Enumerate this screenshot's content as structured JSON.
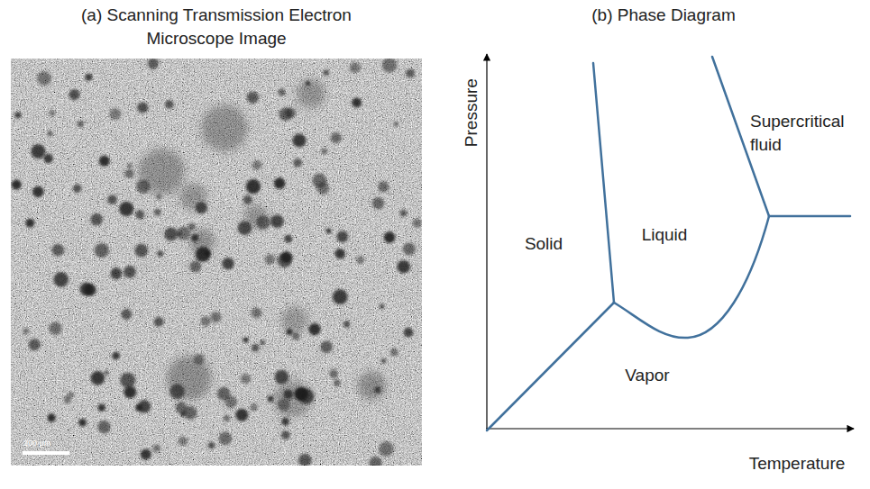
{
  "diagram": {
    "labels": [
      "(a) Scanning Transmission Electron Microscope Image",
      "200 µm",
      "(b) Phase Diagram",
      "Pressure",
      "Supercritical fluid",
      "Solid",
      "Liquid",
      "Vapor",
      "Temperature"
    ]
  }
}
